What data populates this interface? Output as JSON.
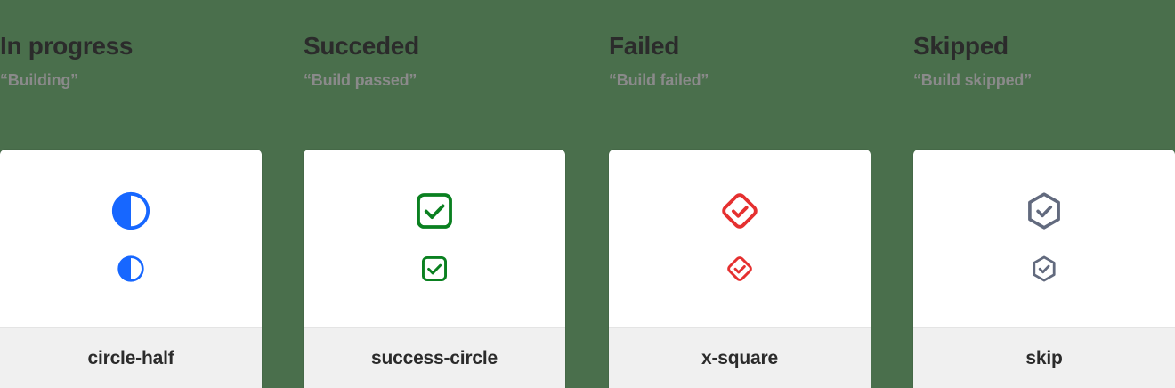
{
  "page": {
    "background_color": "#4a6f4c",
    "card_background": "#ffffff",
    "card_footer_background": "#f0f0f0"
  },
  "columns": [
    {
      "title": "In progress",
      "subtitle": "“Building”",
      "icon_name": "circle-half",
      "icon_label": "circle-half",
      "icon_color": "#1767ff"
    },
    {
      "title": "Succeded",
      "subtitle": "“Build passed”",
      "icon_name": "success-circle",
      "icon_label": "success-circle",
      "icon_color": "#0a8020"
    },
    {
      "title": "Failed",
      "subtitle": "“Build failed”",
      "icon_name": "x-square",
      "icon_label": "x-square",
      "icon_color": "#e53030"
    },
    {
      "title": "Skipped",
      "subtitle": "“Build skipped”",
      "icon_name": "skip",
      "icon_label": "skip",
      "icon_color": "#626a7e"
    }
  ]
}
